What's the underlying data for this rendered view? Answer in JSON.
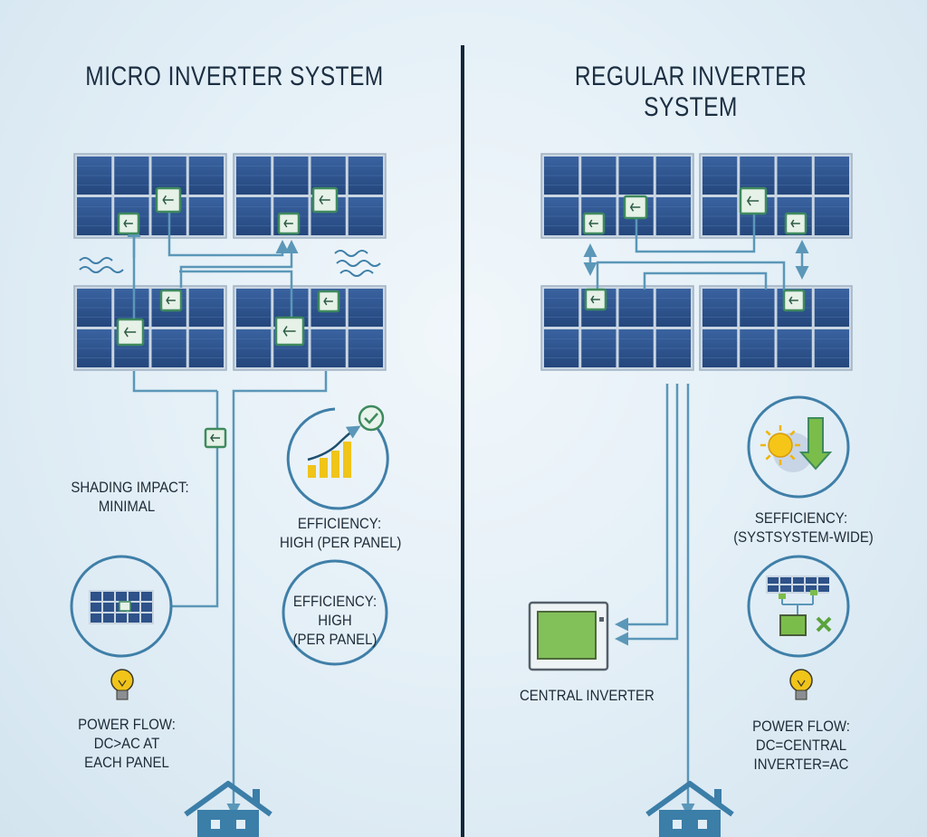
{
  "left": {
    "title": "MICRO INVERTER SYSTEM",
    "shading_label": [
      "SHADING IMPACT:",
      "MINIMAL"
    ],
    "efficiency_label_1": [
      "EFFICIENCY:",
      "HIGH (PER PANEL)"
    ],
    "efficiency_label_2": [
      "EFFICIENCY:",
      "HIGH",
      "(PER PANEL)"
    ],
    "power_flow": [
      "POWER FLOW:",
      "DC>AC AT",
      "EACH PANEL"
    ]
  },
  "right": {
    "title": "REGULAR INVERTER SYSTEM",
    "efficiency_label": [
      "SEFFICIENCY:",
      "(SYSTSYSTEM-WIDE)"
    ],
    "central_inverter": "CENTRAL INVERTER",
    "power_flow": [
      "POWER FLOW:",
      "DC=CENTRAL",
      "INVERTER=AC"
    ]
  },
  "colors": {
    "panel": "#2e5289",
    "panel_frame": "#c9d6e2",
    "wire": "#5b97b8",
    "inverter_box": "#3f8a5e",
    "accent_green": "#7bbd4a",
    "yellow": "#f0c419",
    "divider": "#14263a",
    "house": "#3b7ea8"
  },
  "icons": [
    "solar-panel-icon",
    "micro-inverter-icon",
    "sun-icon",
    "down-arrow-icon",
    "checkmark-icon",
    "bar-chart-icon",
    "lightbulb-icon",
    "house-icon",
    "x-mark-icon",
    "central-inverter-icon"
  ]
}
